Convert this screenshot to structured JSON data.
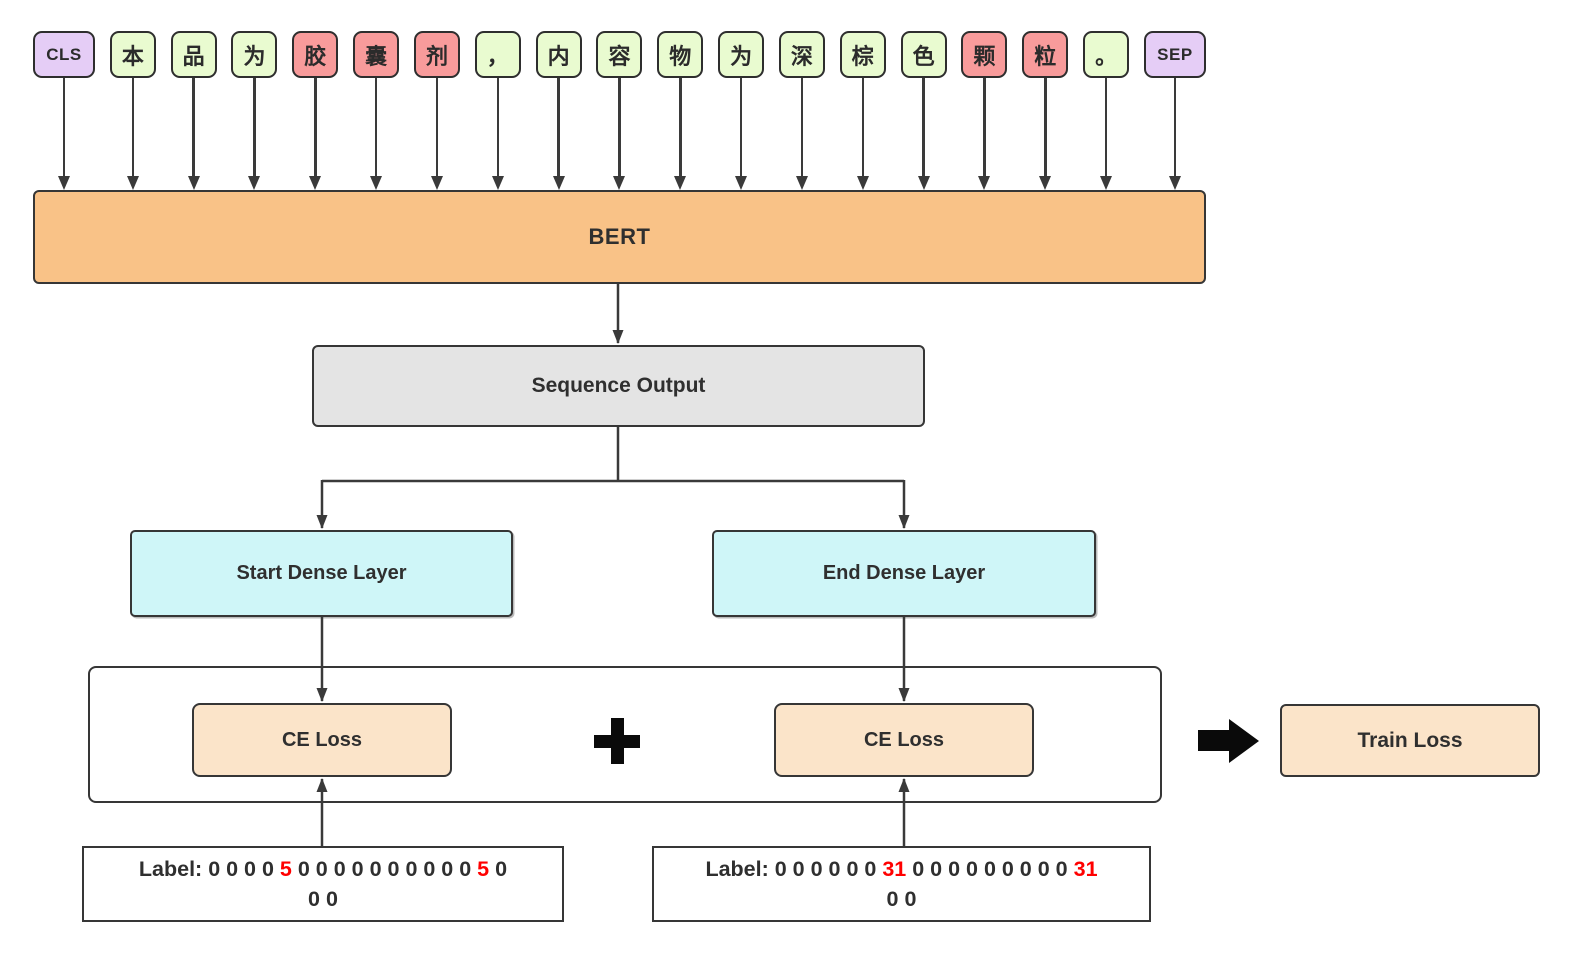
{
  "title": "BERT span extraction training diagram",
  "tokens": [
    {
      "text": "CLS",
      "type": "special"
    },
    {
      "text": "本",
      "type": "normal"
    },
    {
      "text": "品",
      "type": "normal"
    },
    {
      "text": "为",
      "type": "normal"
    },
    {
      "text": "胶",
      "type": "entity"
    },
    {
      "text": "囊",
      "type": "entity"
    },
    {
      "text": "剂",
      "type": "entity"
    },
    {
      "text": "，",
      "type": "normal"
    },
    {
      "text": "内",
      "type": "normal"
    },
    {
      "text": "容",
      "type": "normal"
    },
    {
      "text": "物",
      "type": "normal"
    },
    {
      "text": "为",
      "type": "normal"
    },
    {
      "text": "深",
      "type": "normal"
    },
    {
      "text": "棕",
      "type": "normal"
    },
    {
      "text": "色",
      "type": "normal"
    },
    {
      "text": "颗",
      "type": "entity"
    },
    {
      "text": "粒",
      "type": "entity"
    },
    {
      "text": "。",
      "type": "normal"
    },
    {
      "text": "SEP",
      "type": "special"
    }
  ],
  "boxes": {
    "bert": "BERT",
    "sequence_output": "Sequence Output",
    "start_dense": "Start Dense Layer",
    "end_dense": "End Dense Layer",
    "ce_loss_start": "CE Loss",
    "ce_loss_end": "CE Loss",
    "train_loss": "Train Loss"
  },
  "operators": {
    "plus": "+",
    "arrow_right": "→"
  },
  "labels": {
    "start": {
      "line1_segments": [
        {
          "t": "Label: 0 0 0 0 "
        },
        {
          "t": "5",
          "red": true
        },
        {
          "t": " 0 0 0 0 0 0 0 0 0 0 "
        },
        {
          "t": "5",
          "red": true
        },
        {
          "t": " 0"
        }
      ],
      "line2": "0 0",
      "full_vector": [
        0,
        0,
        0,
        0,
        5,
        0,
        0,
        0,
        0,
        0,
        0,
        0,
        0,
        0,
        0,
        5,
        0,
        0,
        0
      ]
    },
    "end": {
      "line1_segments": [
        {
          "t": "Label: 0 0 0 0 0 0 "
        },
        {
          "t": "31",
          "red": true
        },
        {
          "t": " 0 0 0 0 0 0 0 0 0 "
        },
        {
          "t": "31",
          "red": true
        }
      ],
      "line2": "0 0",
      "full_vector": [
        0,
        0,
        0,
        0,
        0,
        0,
        31,
        0,
        0,
        0,
        0,
        0,
        0,
        0,
        0,
        0,
        31,
        0,
        0
      ]
    }
  },
  "colors": {
    "token_special": "#E5CDF6",
    "token_normal": "#E9FBD0",
    "token_entity": "#F89B9B",
    "bert_fill": "#F9C287",
    "sequence_fill": "#E4E4E4",
    "dense_fill": "#CFF6F8",
    "loss_fill": "#FBE4C9",
    "highlight_red": "#FF0000"
  }
}
